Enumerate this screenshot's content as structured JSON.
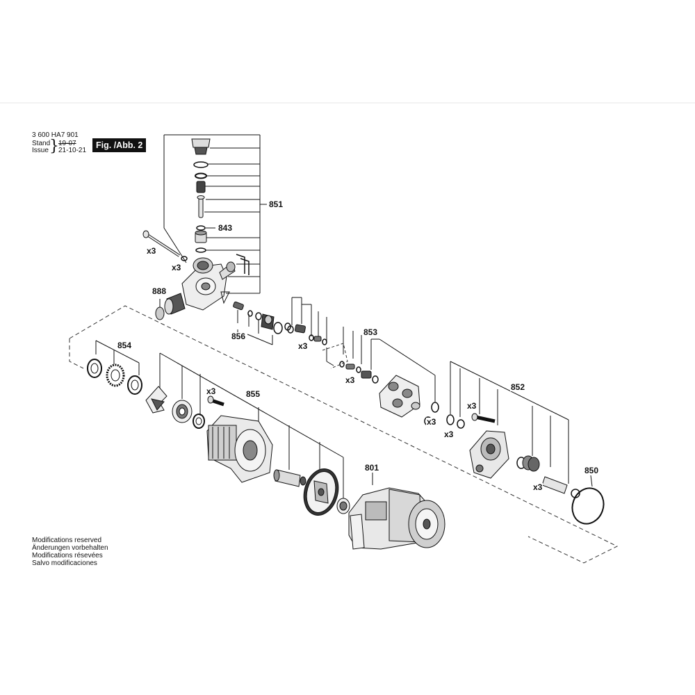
{
  "header": {
    "part_number": "3 600 HA7 901",
    "stand_label": "Stand",
    "issue_label": "Issue",
    "old_date": "19-07",
    "issue_date": "21-10-21",
    "figure_label": "Fig. /Abb. 2"
  },
  "callouts": {
    "c851": "851",
    "c843": "843",
    "c888": "888",
    "c856": "856",
    "c853": "853",
    "c854": "854",
    "c855": "855",
    "c852": "852",
    "c801": "801",
    "c850": "850"
  },
  "multipliers": {
    "screw_valve": "x3",
    "washer_valve": "x3",
    "check_valve_upper": "x3",
    "check_valve_lower": "x3",
    "motor_screws": "x3",
    "pump_screws": "x3",
    "pump_seal_a": "x3",
    "pump_seal_b": "x3",
    "pistons": "x3"
  },
  "footer": {
    "line_en": "Modifications reserved",
    "line_de": "Änderungen vorbehalten",
    "line_fr": "Modifications résevées",
    "line_es": "Salvo modificaciones"
  }
}
